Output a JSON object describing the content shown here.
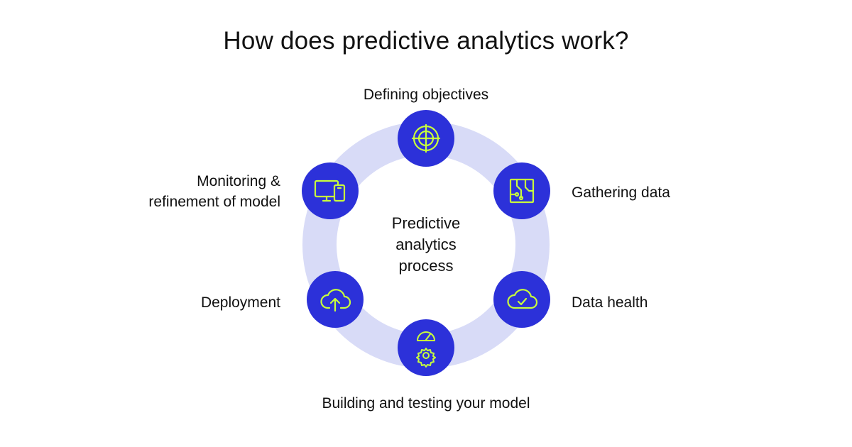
{
  "title": "How does predictive analytics work?",
  "center": {
    "lines": [
      "Predictive",
      "analytics",
      "process"
    ]
  },
  "steps": [
    {
      "label": "Defining objectives",
      "icon": "target-crosshair-icon"
    },
    {
      "label": "Gathering data",
      "icon": "circuit-board-icon"
    },
    {
      "label": "Data health",
      "icon": "cloud-check-icon"
    },
    {
      "label": "Building and testing your model",
      "icon": "gauge-gear-icon"
    },
    {
      "label": "Deployment",
      "icon": "cloud-upload-icon"
    },
    {
      "label_lines": [
        "Monitoring &",
        "refinement of model"
      ],
      "icon": "monitor-phone-icon"
    }
  ],
  "colors": {
    "ring": "#d8dbf7",
    "node": "#2c31d9",
    "icon": "#c8ff3c",
    "text": "#111111"
  }
}
